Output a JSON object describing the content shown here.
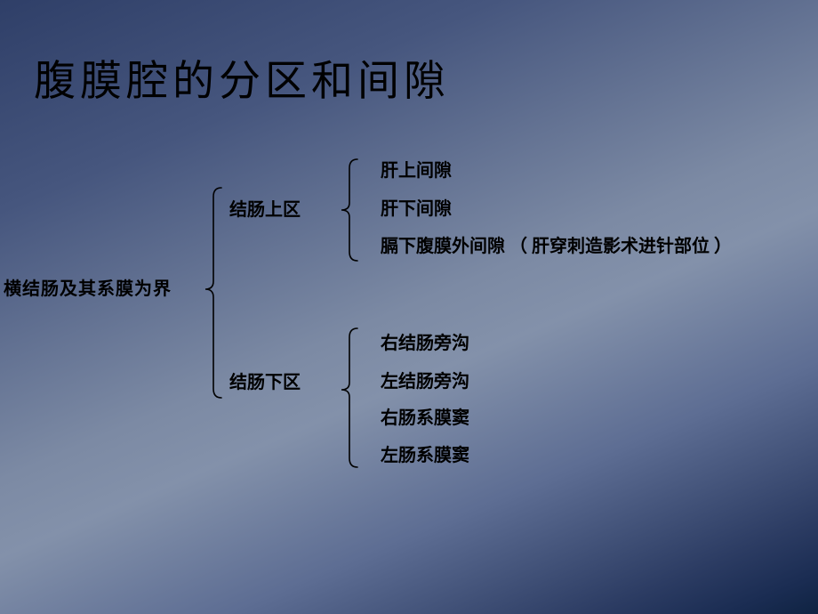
{
  "slide": {
    "title": "腹膜腔的分区和间隙",
    "root_label": "横结肠及其系膜为界",
    "branches": [
      {
        "label": "结肠上区",
        "items": [
          "肝上间隙",
          "肝下间隙",
          "膈下腹膜外间隙 （ 肝穿刺造影术进针部位 ）"
        ]
      },
      {
        "label": "结肠下区",
        "items": [
          "右结肠旁沟",
          "左结肠旁沟",
          "右肠系膜窦",
          "左肠系膜窦"
        ]
      }
    ],
    "colors": {
      "text": "#000000",
      "background_dark": "#2f3f68",
      "background_light": "#8391aa"
    }
  }
}
